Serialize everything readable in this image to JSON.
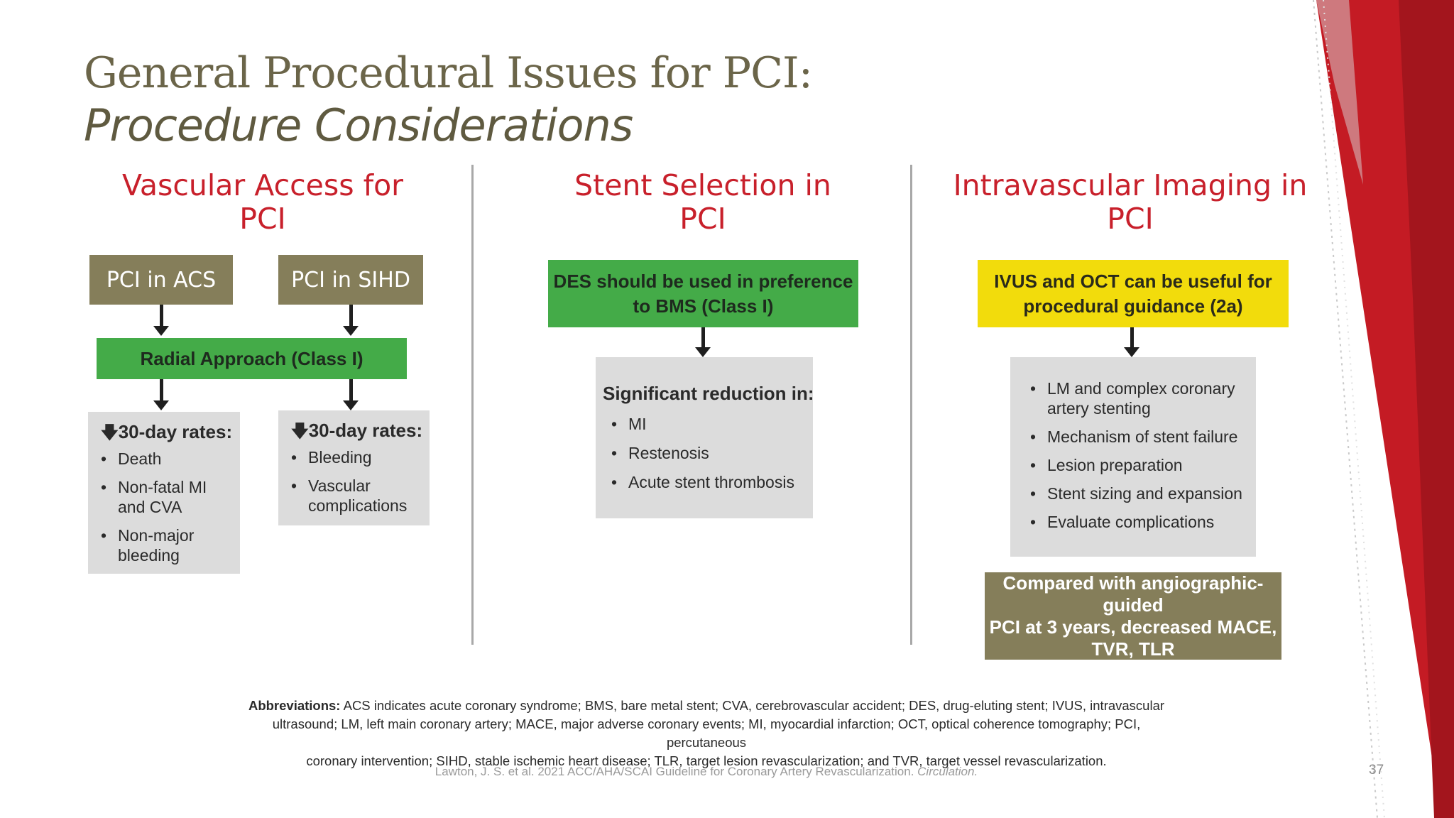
{
  "slide": {
    "title_line1": "General Procedural Issues for PCI:",
    "title_line2": "Procedure Considerations",
    "page_number": "37",
    "accent_color": "#c8202b",
    "olive_color": "#857e5a",
    "green_color": "#44ab48",
    "yellow_color": "#f2dc0c"
  },
  "col1": {
    "heading_line1": "Vascular Access for",
    "heading_line2": "PCI",
    "box_acs": "PCI in ACS",
    "box_sihd": "PCI in SIHD",
    "radial": "Radial Approach (Class I)",
    "left_card": {
      "header": "30-day rates:",
      "items": [
        [
          "Death"
        ],
        [
          "Non-fatal MI",
          "and CVA"
        ],
        [
          "Non-major",
          "bleeding"
        ]
      ]
    },
    "right_card": {
      "header": "30-day rates:",
      "items": [
        [
          "Bleeding"
        ],
        [
          "Vascular",
          "complications"
        ]
      ]
    }
  },
  "col2": {
    "heading_line1": "Stent Selection in",
    "heading_line2": "PCI",
    "des_line1": "DES should be used in preference",
    "des_line2": "to BMS (Class I)",
    "card": {
      "header": "Significant reduction in:",
      "items": [
        "MI",
        "Restenosis",
        "Acute stent thrombosis"
      ]
    }
  },
  "col3": {
    "heading_line1": "Intravascular Imaging in",
    "heading_line2": "PCI",
    "ivus_line1": "IVUS and OCT can be useful for",
    "ivus_line2": "procedural guidance (2a)",
    "card": {
      "items": [
        [
          "LM and complex coronary",
          "artery stenting"
        ],
        [
          "Mechanism of stent failure"
        ],
        [
          "Lesion preparation"
        ],
        [
          "Stent sizing and expansion"
        ],
        [
          "Evaluate complications"
        ]
      ]
    },
    "compare_line1": "Compared with angiographic-guided",
    "compare_line2": "PCI at 3 years, decreased MACE,",
    "compare_line3": "TVR, TLR"
  },
  "footer": {
    "abbrev_label": "Abbreviations:",
    "abbrev_line1": "ACS indicates acute coronary syndrome; BMS, bare metal stent; CVA, cerebrovascular accident; DES, drug-eluting stent; IVUS, intravascular",
    "abbrev_line2": "ultrasound; LM, left main coronary artery; MACE, major adverse coronary events; MI, myocardial infarction; OCT, optical coherence tomography; PCI, percutaneous",
    "abbrev_line3": "coronary intervention; SIHD, stable ischemic heart disease; TLR, target lesion revascularization; and TVR, target vessel revascularization.",
    "citation_main": "Lawton, J. S. et al. 2021 ACC/AHA/SCAI Guideline for Coronary Artery Revascularization. ",
    "citation_journal": "Circulation."
  }
}
